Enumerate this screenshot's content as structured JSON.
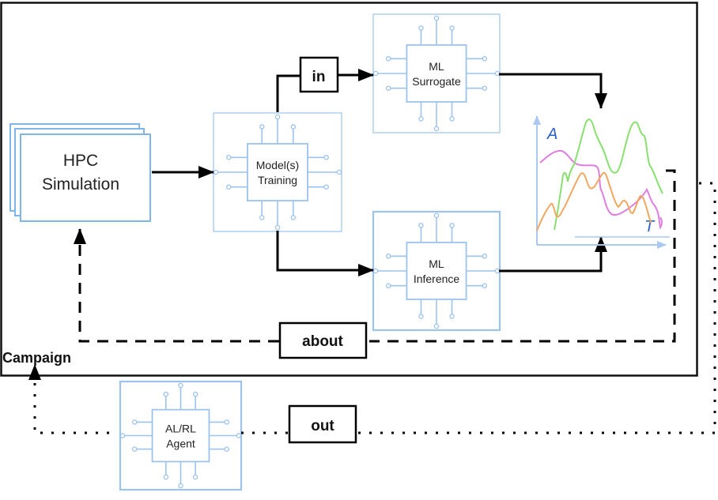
{
  "diagram": {
    "container_label": "Campaign",
    "nodes": {
      "hpc": {
        "line1": "HPC",
        "line2": "Simulation"
      },
      "training": {
        "line1": "Model(s)",
        "line2": "Training"
      },
      "surrogate": {
        "line1": "ML",
        "line2": "Surrogate"
      },
      "inference": {
        "line1": "ML",
        "line2": "Inference"
      },
      "agent": {
        "line1": "AL/RL",
        "line2": "Agent"
      }
    },
    "edge_labels": {
      "in": "in",
      "about": "about",
      "out": "out"
    },
    "plot": {
      "y_axis_label": "A",
      "x_axis_label": "T",
      "series_colors": [
        "#e07ee0",
        "#88e070",
        "#f0a860"
      ]
    },
    "colors": {
      "chip": "#9cc3ee",
      "hpc_frame": "#7fb6ea",
      "axis_label": "#2a5fc8",
      "axis": "#a9c8f2",
      "line": "#000000"
    }
  }
}
